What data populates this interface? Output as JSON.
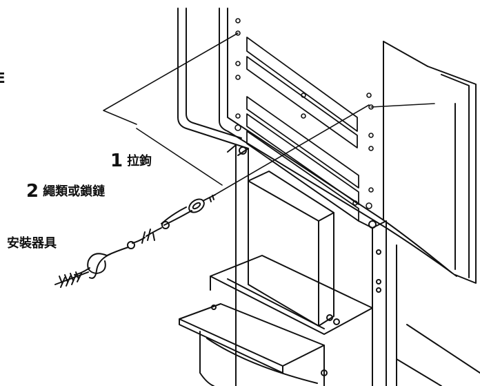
{
  "labels": {
    "item1": {
      "number": "1",
      "text": "拉鉤"
    },
    "item2": {
      "number": "2",
      "text": "繩類或鎖鏈"
    },
    "anchor": {
      "text": "安裝器具"
    },
    "edge_char": "E"
  },
  "colors": {
    "line": "#111111",
    "background": "#ffffff"
  }
}
